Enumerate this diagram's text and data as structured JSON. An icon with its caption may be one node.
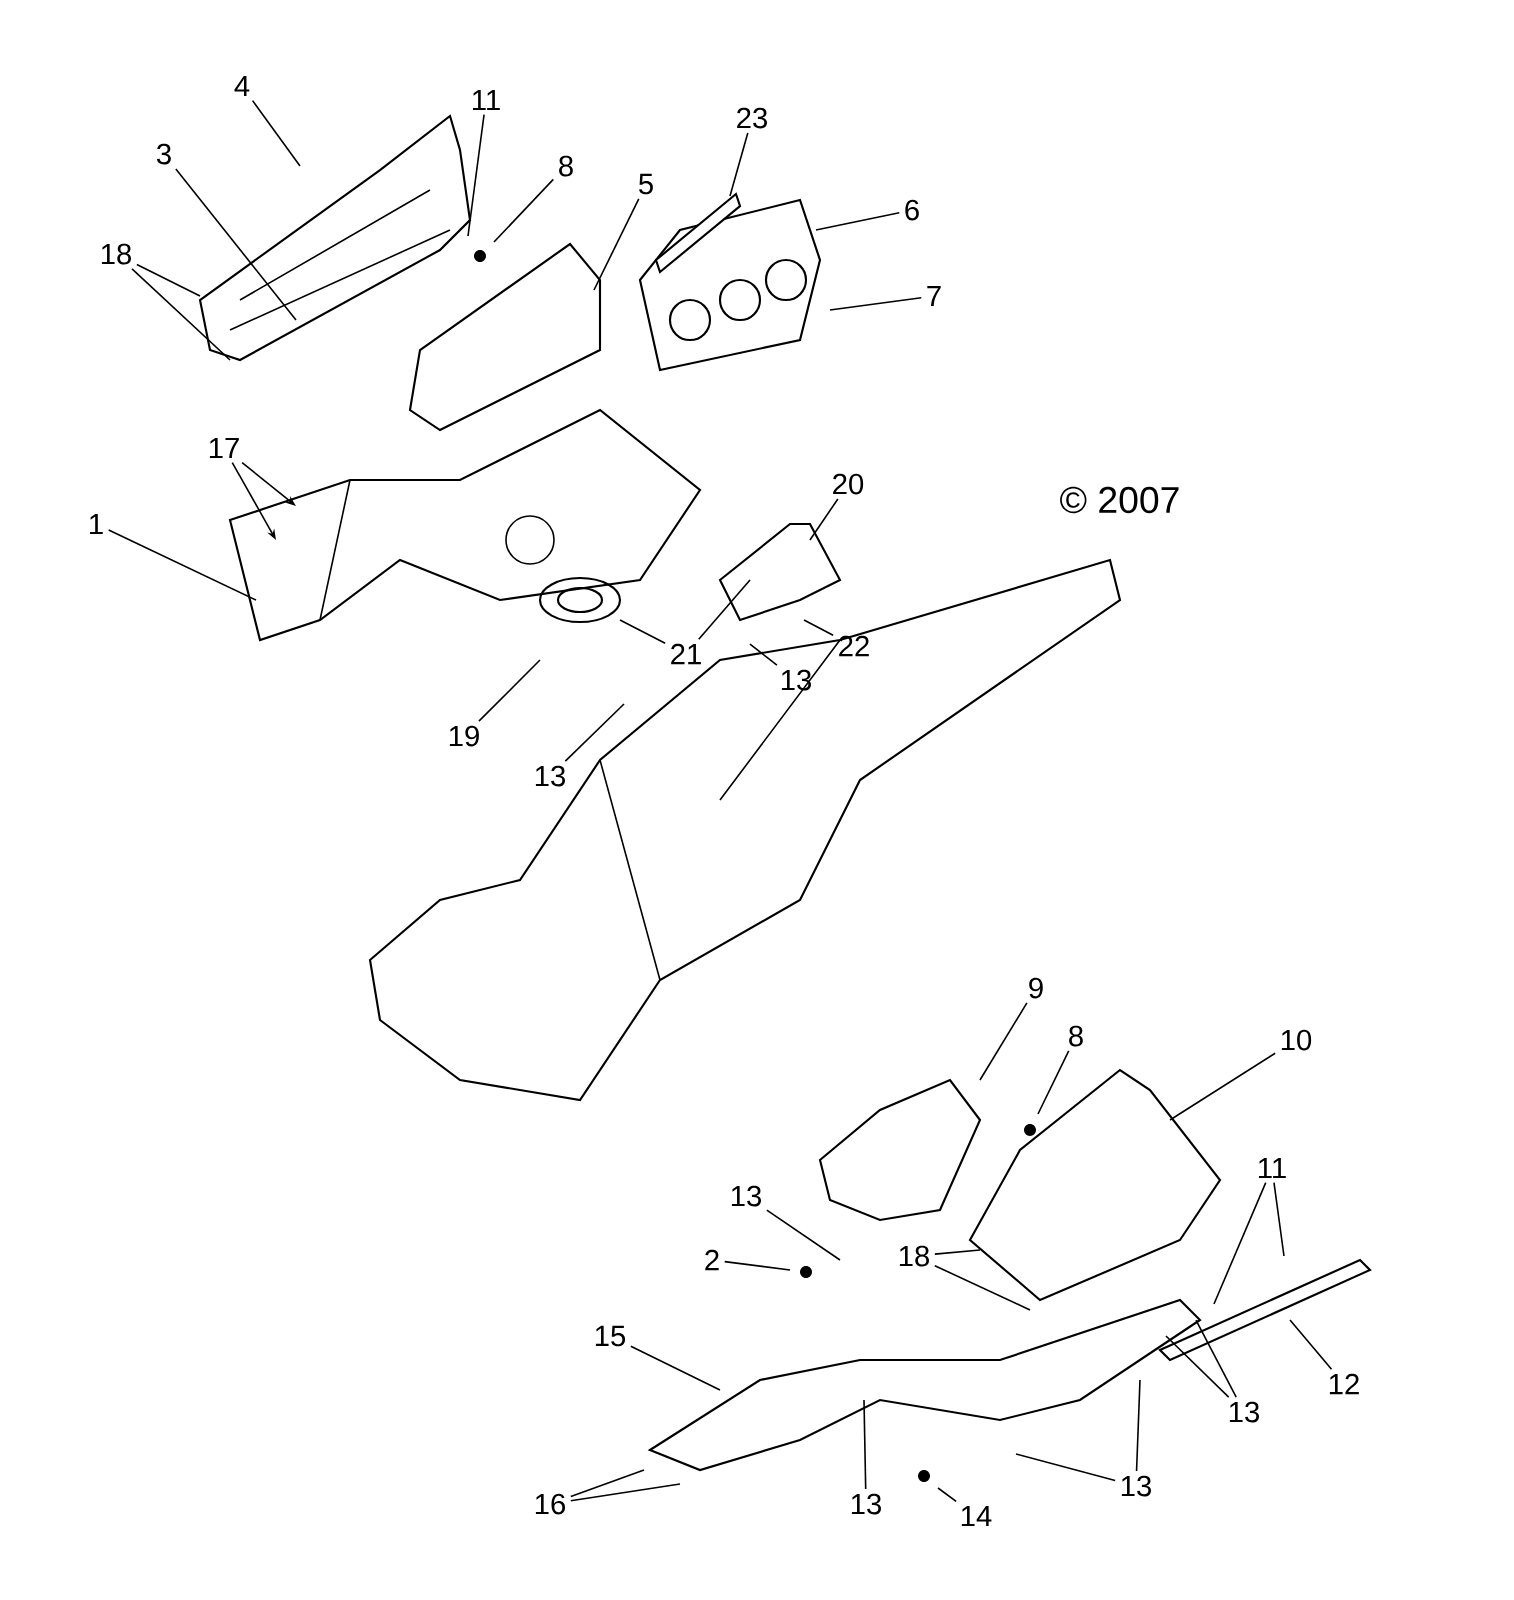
{
  "diagram": {
    "nodes": [
      {
        "text": [
          "1"
        ]
      },
      {
        "text": [
          "3"
        ]
      },
      {
        "text": [
          "4"
        ]
      },
      {
        "text": [
          "11"
        ]
      },
      {
        "text": [
          "8"
        ]
      },
      {
        "text": [
          "5"
        ]
      },
      {
        "text": [
          "23"
        ]
      },
      {
        "text": [
          "6"
        ]
      },
      {
        "text": [
          "7"
        ]
      },
      {
        "text": [
          "18"
        ]
      },
      {
        "text": [
          "17"
        ]
      },
      {
        "text": [
          "20"
        ]
      },
      {
        "text": [
          "21"
        ]
      },
      {
        "text": [
          "22"
        ]
      },
      {
        "text": [
          "13"
        ]
      },
      {
        "text": [
          "19"
        ]
      },
      {
        "text": [
          "13"
        ]
      },
      {
        "text": [
          "9"
        ]
      },
      {
        "text": [
          "8"
        ]
      },
      {
        "text": [
          "10"
        ]
      },
      {
        "text": [
          "11"
        ]
      },
      {
        "text": [
          "13"
        ]
      },
      {
        "text": [
          "2"
        ]
      },
      {
        "text": [
          "18"
        ]
      },
      {
        "text": [
          "15"
        ]
      },
      {
        "text": [
          "12"
        ]
      },
      {
        "text": [
          "13"
        ]
      },
      {
        "text": [
          "16"
        ]
      },
      {
        "text": [
          "13"
        ]
      },
      {
        "text": [
          "14"
        ]
      },
      {
        "text": [
          "13"
        ]
      }
    ],
    "edges": [
      {
        "from": 0,
        "to": null,
        "arrow": "none"
      },
      {
        "from": 1,
        "to": null,
        "arrow": "none"
      },
      {
        "from": 2,
        "to": null,
        "arrow": "none"
      },
      {
        "from": 3,
        "to": null,
        "arrow": "none"
      },
      {
        "from": 4,
        "to": null,
        "arrow": "none"
      },
      {
        "from": 5,
        "to": null,
        "arrow": "none"
      },
      {
        "from": 6,
        "to": null,
        "arrow": "none"
      },
      {
        "from": 7,
        "to": null,
        "arrow": "none"
      },
      {
        "from": 8,
        "to": null,
        "arrow": "none"
      },
      {
        "from": 9,
        "to": null,
        "arrow": "none"
      },
      {
        "from": 9,
        "to": null,
        "arrow": "none"
      },
      {
        "from": 10,
        "to": null,
        "arrow": "to"
      },
      {
        "from": 10,
        "to": null,
        "arrow": "to"
      },
      {
        "from": 11,
        "to": null,
        "arrow": "none"
      },
      {
        "from": 12,
        "to": null,
        "arrow": "none"
      },
      {
        "from": 12,
        "to": null,
        "arrow": "none"
      },
      {
        "from": 13,
        "to": null,
        "arrow": "none"
      },
      {
        "from": 14,
        "to": null,
        "arrow": "none"
      },
      {
        "from": 15,
        "to": null,
        "arrow": "none"
      },
      {
        "from": 16,
        "to": null,
        "arrow": "none"
      },
      {
        "from": 17,
        "to": null,
        "arrow": "none"
      },
      {
        "from": 18,
        "to": null,
        "arrow": "none"
      },
      {
        "from": 19,
        "to": null,
        "arrow": "none"
      },
      {
        "from": 20,
        "to": null,
        "arrow": "none"
      },
      {
        "from": 20,
        "to": null,
        "arrow": "none"
      },
      {
        "from": 21,
        "to": null,
        "arrow": "none"
      },
      {
        "from": 22,
        "to": null,
        "arrow": "none"
      },
      {
        "from": 23,
        "to": null,
        "arrow": "none"
      },
      {
        "from": 23,
        "to": null,
        "arrow": "none"
      },
      {
        "from": 24,
        "to": null,
        "arrow": "none"
      },
      {
        "from": 25,
        "to": null,
        "arrow": "none"
      },
      {
        "from": 26,
        "to": null,
        "arrow": "none"
      },
      {
        "from": 26,
        "to": null,
        "arrow": "none"
      },
      {
        "from": 27,
        "to": null,
        "arrow": "none"
      },
      {
        "from": 27,
        "to": null,
        "arrow": "none"
      },
      {
        "from": 28,
        "to": null,
        "arrow": "none"
      },
      {
        "from": 29,
        "to": null,
        "arrow": "none"
      },
      {
        "from": 30,
        "to": null,
        "arrow": "none"
      },
      {
        "from": 30,
        "to": null,
        "arrow": "none"
      }
    ],
    "labels": [
      "© 2007"
    ]
  }
}
